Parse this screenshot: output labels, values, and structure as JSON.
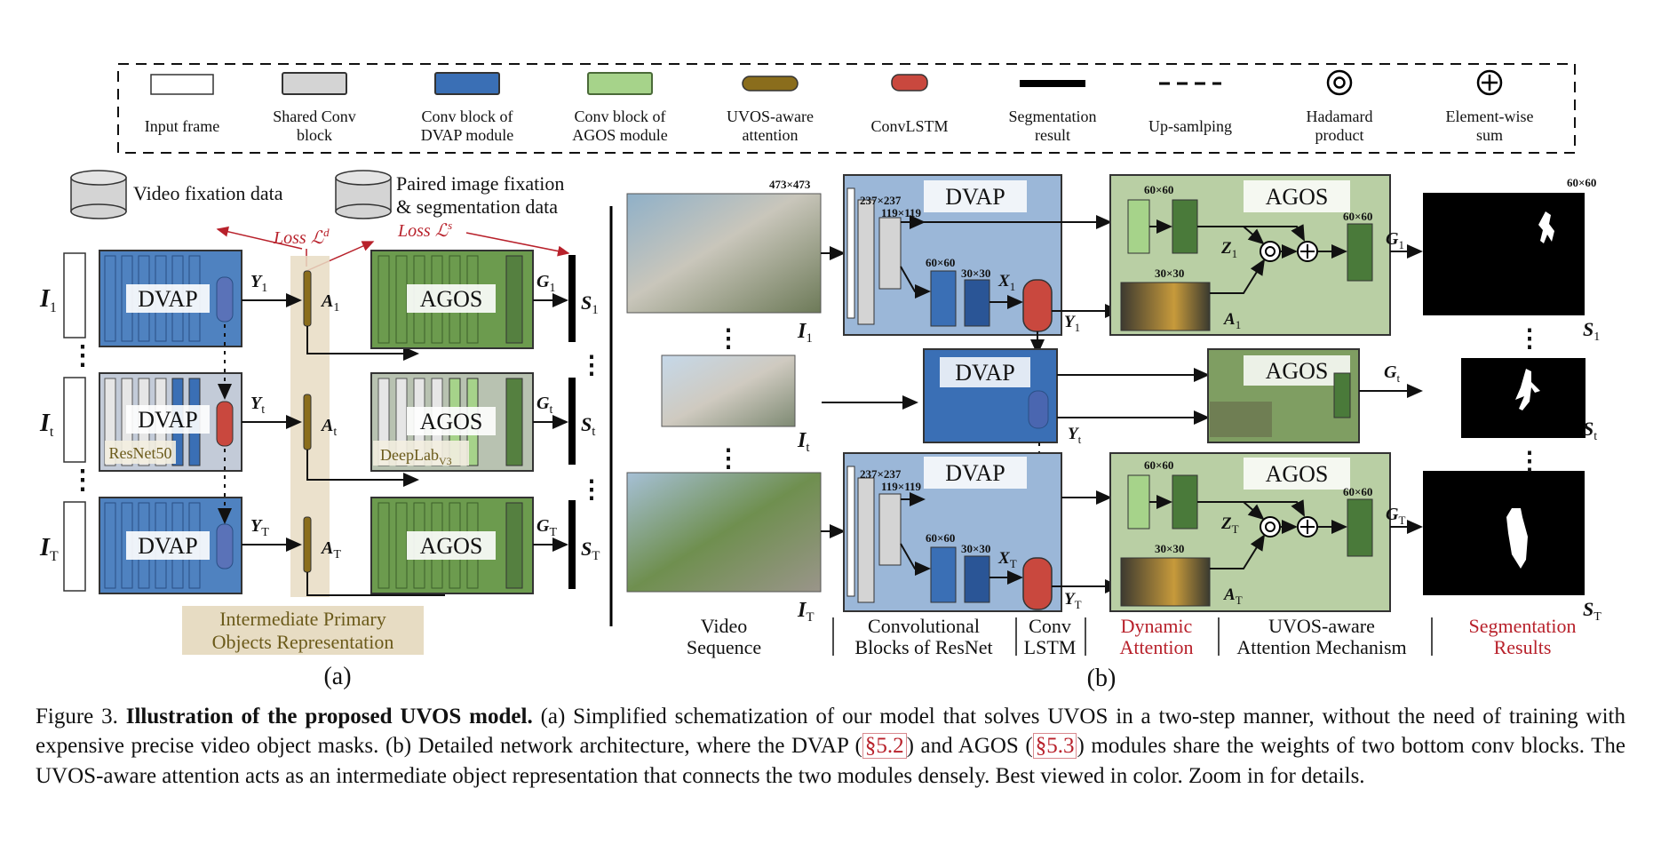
{
  "legend": {
    "items": [
      {
        "label": "Input frame",
        "color": "#ffffff"
      },
      {
        "label": "Shared Conv block",
        "color": "#d4d4d4"
      },
      {
        "label": "Conv block of DVAP module",
        "color": "#3a6fb5"
      },
      {
        "label": "Conv block of AGOS module",
        "color": "#a6d38a"
      },
      {
        "label": "UVOS-aware attention",
        "color": "#8a6d1c"
      },
      {
        "label": "ConvLSTM",
        "color": "#c9483e"
      },
      {
        "label": "Segmentation result",
        "color": "#000000"
      },
      {
        "label": "Up-samlping",
        "color": "#000000"
      },
      {
        "label": "Hadamard product",
        "color": "#000000"
      },
      {
        "label": "Element-wise sum",
        "color": "#000000"
      }
    ]
  },
  "panel_a": {
    "data_sources": [
      "Video fixation data",
      "Paired image fixation",
      "& segmentation data"
    ],
    "loss_d": "Loss",
    "loss_s": "Loss",
    "dvap": "DVAP",
    "agos": "AGOS",
    "resnet": "ResNet50",
    "deeplab": "DeepLab",
    "deeplab_sub": "V3",
    "inputs": [
      "I",
      "I",
      "I"
    ],
    "input_subs": [
      "1",
      "t",
      "T"
    ],
    "intermediate_1": "Intermediate Primary",
    "intermediate_2": "Objects Representation",
    "label": "(a)"
  },
  "panel_b": {
    "sizes": {
      "input": "473×473",
      "c237": "237×237",
      "c119": "119×119",
      "c60": "60×60",
      "c30": "30×30",
      "out": "60×60"
    },
    "dvap": "DVAP",
    "agos": "AGOS",
    "bottom_labels": [
      "Video",
      "Sequence",
      "Convolutional",
      "Blocks of ResNet",
      "Conv",
      "LSTM",
      "Dynamic",
      "Attention",
      "UVOS-aware",
      "Attention Mechanism",
      "Segmentation",
      "Results"
    ],
    "label": "(b)"
  },
  "caption": {
    "prefix": "Figure 3. ",
    "title": "Illustration of the proposed UVOS model.",
    "part1": " (a) Simplified schematization of our model that solves UVOS in a two-step manner, without the need of training with expensive precise video object masks.  (b) Detailed network architecture, where the DVAP (",
    "ref1": "§5.2",
    "part2": ") and AGOS (",
    "ref2": "§5.3",
    "part3": ") modules share the weights of two bottom conv blocks. The UVOS-aware attention acts as an intermediate object representation that connects the two modules densely. Best viewed in color. Zoom in for details."
  }
}
